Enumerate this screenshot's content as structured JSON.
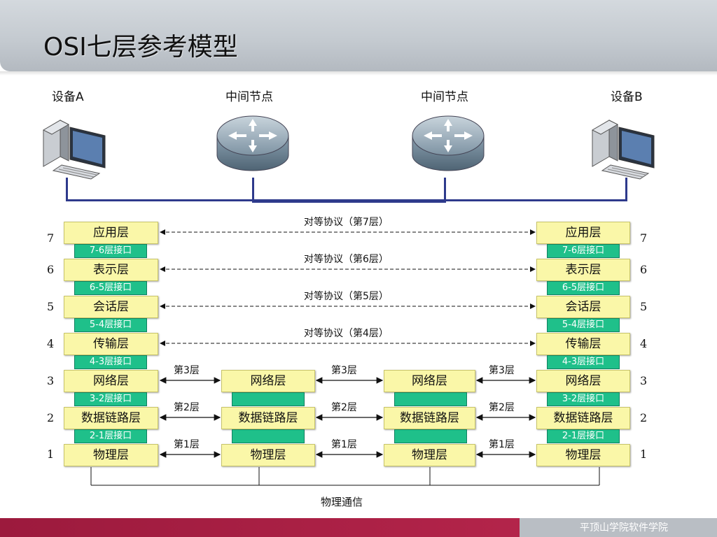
{
  "slide": {
    "title": "OSI七层参考模型",
    "footer": "平顶山学院软件学院"
  },
  "devices": {
    "device_a": "设备A",
    "node_1": "中间节点",
    "node_2": "中间节点",
    "device_b": "设备B"
  },
  "layers": {
    "left": [
      "应用层",
      "表示层",
      "会话层",
      "传输层",
      "网络层",
      "数据链路层",
      "物理层"
    ],
    "right": [
      "应用层",
      "表示层",
      "会话层",
      "传输层",
      "网络层",
      "数据链路层",
      "物理层"
    ],
    "mid1": [
      "网络层",
      "数据链路层",
      "物理层"
    ],
    "mid2": [
      "网络层",
      "数据链路层",
      "物理层"
    ],
    "numbers": [
      "7",
      "6",
      "5",
      "4",
      "3",
      "2",
      "1"
    ]
  },
  "interfaces": [
    "7-6层接口",
    "6-5层接口",
    "5-4层接口",
    "4-3层接口",
    "3-2层接口",
    "2-1层接口"
  ],
  "peer_protocols": [
    "对等协议（第7层）",
    "对等协议（第6层）",
    "对等协议（第5层）",
    "对等协议（第4层）"
  ],
  "link_labels": [
    "第3层",
    "第2层",
    "第1层"
  ],
  "physical_comm": "物理通信",
  "colors": {
    "layer_fill": "#faf7a8",
    "interface_fill": "#1fc08a",
    "connector_blue": "#2e3a8c",
    "footer_accent": "#9c1a3d"
  }
}
